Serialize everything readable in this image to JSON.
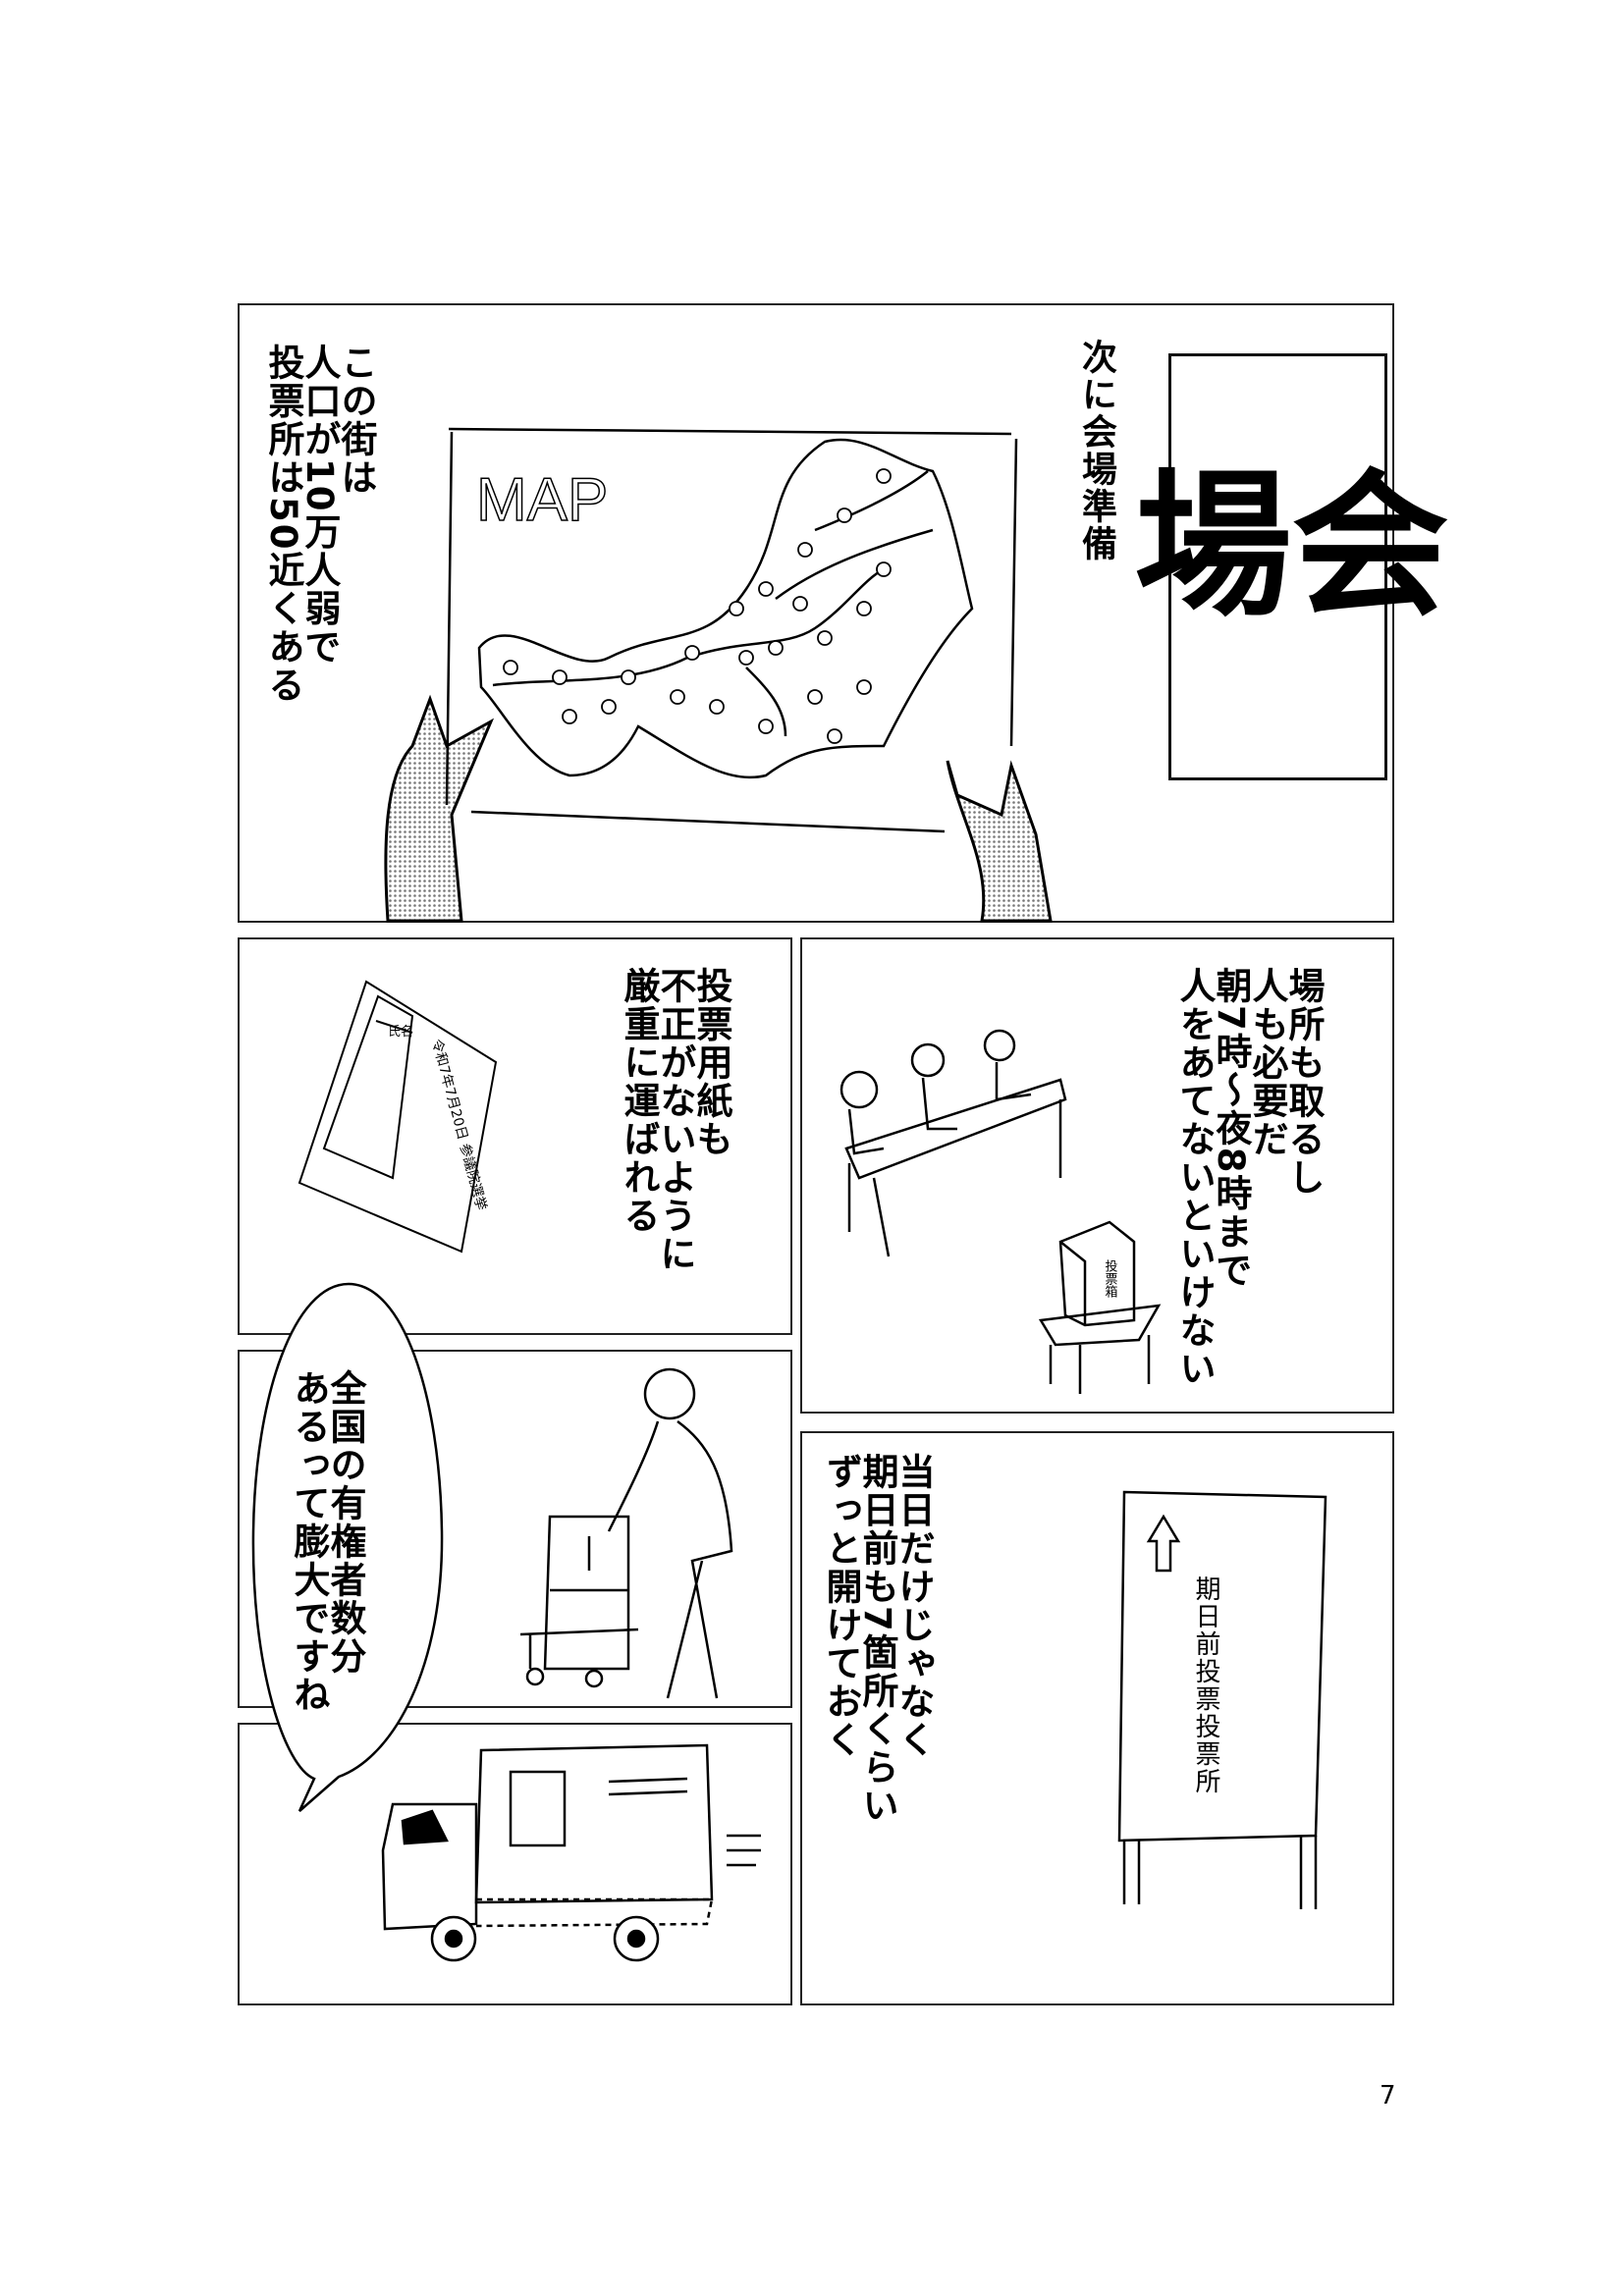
{
  "page_number": "7",
  "panel1": {
    "title": "会場",
    "narration": "次に会場準備",
    "caption_lines": [
      "この街は",
      "人口が10万人弱で",
      "投票所は50近くある"
    ],
    "map_label": "MAP"
  },
  "panel2": {
    "caption_lines": [
      "投票用紙も",
      "不正がないように",
      "厳重に運ばれる"
    ],
    "ballot_text": "令和7年7月20日 参議院選挙",
    "ballot_name_label": "氏名"
  },
  "panel3": {
    "caption_lines": [
      "場所も取るし",
      "人も必要だ",
      "朝7時～夜8時まで",
      "人をあてないといけない"
    ],
    "box_label": "投票箱"
  },
  "panel4": {
    "speech_lines": [
      "全国の有権者数分",
      "あるって膨大ですね"
    ]
  },
  "panel6": {
    "caption_lines": [
      "当日だけじゃなく",
      "期日前も7箇所くらい",
      "ずっと開けておく"
    ],
    "sign_text": "期日前投票投票所"
  }
}
